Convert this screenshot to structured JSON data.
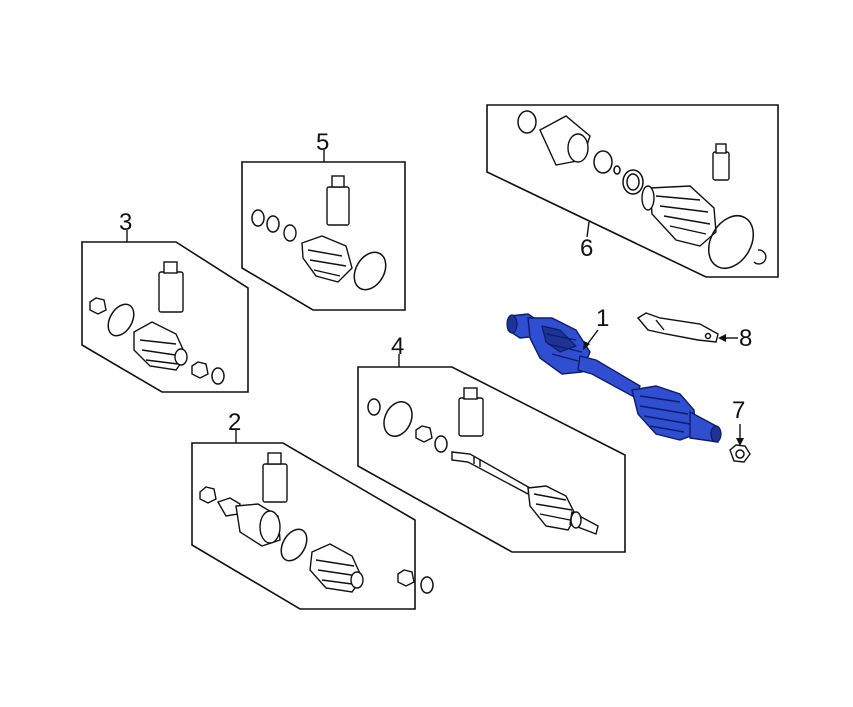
{
  "callouts": {
    "c1": "1",
    "c2": "2",
    "c3": "3",
    "c4": "4",
    "c5": "5",
    "c6": "6",
    "c7": "7",
    "c8": "8"
  },
  "colors": {
    "highlight": "#2f4fd0",
    "outline": "#111111",
    "background": "#ffffff"
  }
}
